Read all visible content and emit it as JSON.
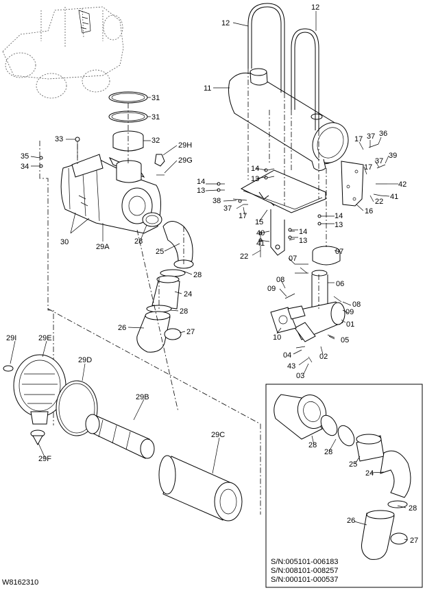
{
  "drawing_number": "W8162310",
  "callouts": {
    "c01": "01",
    "c02": "02",
    "c03": "03",
    "c04": "04",
    "c05": "05",
    "c06": "06",
    "c07a": "07",
    "c07b": "07",
    "c08a": "08",
    "c08b": "08",
    "c09a": "09",
    "c09b": "09",
    "c10": "10",
    "c11": "11",
    "c12a": "12",
    "c12b": "12",
    "c13a": "13",
    "c13b": "13",
    "c13c": "13",
    "c13d": "13",
    "c14a": "14",
    "c14b": "14",
    "c14c": "14",
    "c14d": "14",
    "c15": "15",
    "c16": "16",
    "c17a": "17",
    "c17b": "17",
    "c17c": "17",
    "c22a": "22",
    "c22b": "22",
    "c24a": "24",
    "c24b": "24",
    "c25a": "25",
    "c25b": "25",
    "c26a": "26",
    "c26b": "26",
    "c27a": "27",
    "c27b": "27",
    "c28a": "28",
    "c28b": "28",
    "c28c": "28",
    "c28d": "28",
    "c28e": "28",
    "c28f": "28",
    "c29A": "29A",
    "c29B": "29B",
    "c29C": "29C",
    "c29D": "29D",
    "c29E": "29E",
    "c29F": "29F",
    "c29G": "29G",
    "c29H": "29H",
    "c29I": "29I",
    "c30": "30",
    "c31a": "31",
    "c31b": "31",
    "c32": "32",
    "c33": "33",
    "c34": "34",
    "c35": "35",
    "c36": "36",
    "c37a": "37",
    "c37b": "37",
    "c37c": "37",
    "c38": "38",
    "c39": "39",
    "c40": "40",
    "c41a": "41",
    "c41b": "41",
    "c42": "42",
    "c43": "43"
  },
  "serial_numbers": [
    "S/N:005101-006183",
    "S/N:008101-008257",
    "S/N:000101-000537"
  ]
}
